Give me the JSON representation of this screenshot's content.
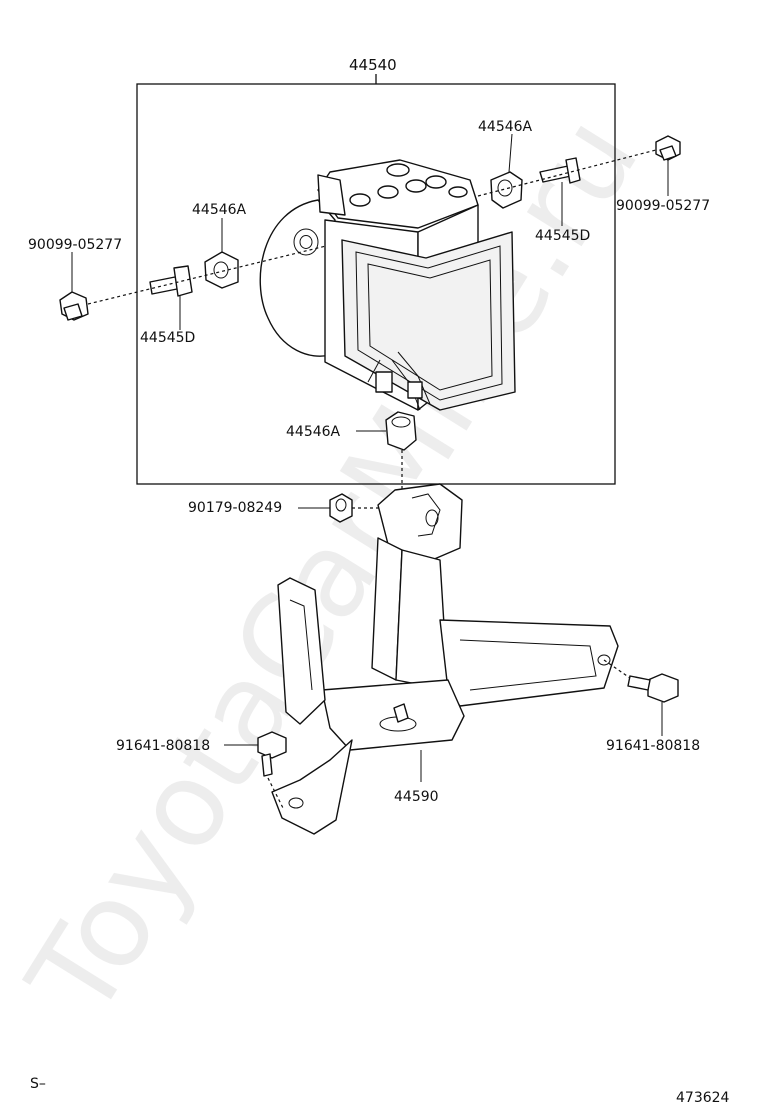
{
  "callouts": {
    "assembly": "44540",
    "cushion_top_right": "44546A",
    "cushion_left": "44546A",
    "cushion_bottom": "44546A",
    "bolt_left": "90099-05277",
    "bolt_right": "90099-05277",
    "stud_left": "44545D",
    "stud_right": "44545D",
    "grommet": "90179-08249",
    "bracket": "44590",
    "bracket_bolt_left": "91641-80818",
    "bracket_bolt_right": "91641-80818"
  },
  "corner_code": "S–",
  "diagram_number": "473624",
  "watermark": "ToyotaCarMine.ru"
}
